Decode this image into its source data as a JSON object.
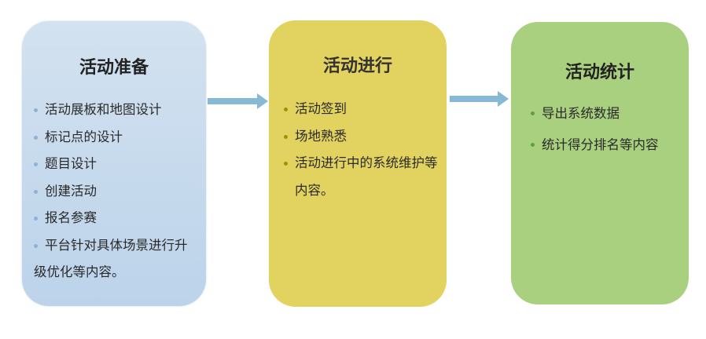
{
  "stages": [
    {
      "title": "活动准备",
      "items": [
        "活动展板和地图设计",
        "标记点的设计",
        "题目设计",
        "创建活动",
        "报名参赛",
        "平台针对具体场景进行升级优化等内容。"
      ]
    },
    {
      "title": "活动进行",
      "items": [
        "活动签到",
        "场地熟悉",
        "活动进行中的系统维护等内容。"
      ]
    },
    {
      "title": "活动统计",
      "items": [
        "导出系统数据",
        "统计得分排名等内容"
      ]
    }
  ],
  "colors": {
    "prep": "#c8dbee",
    "progress": "#e2d25f",
    "stats": "#a9d07f",
    "arrow": "#86b9d6"
  }
}
